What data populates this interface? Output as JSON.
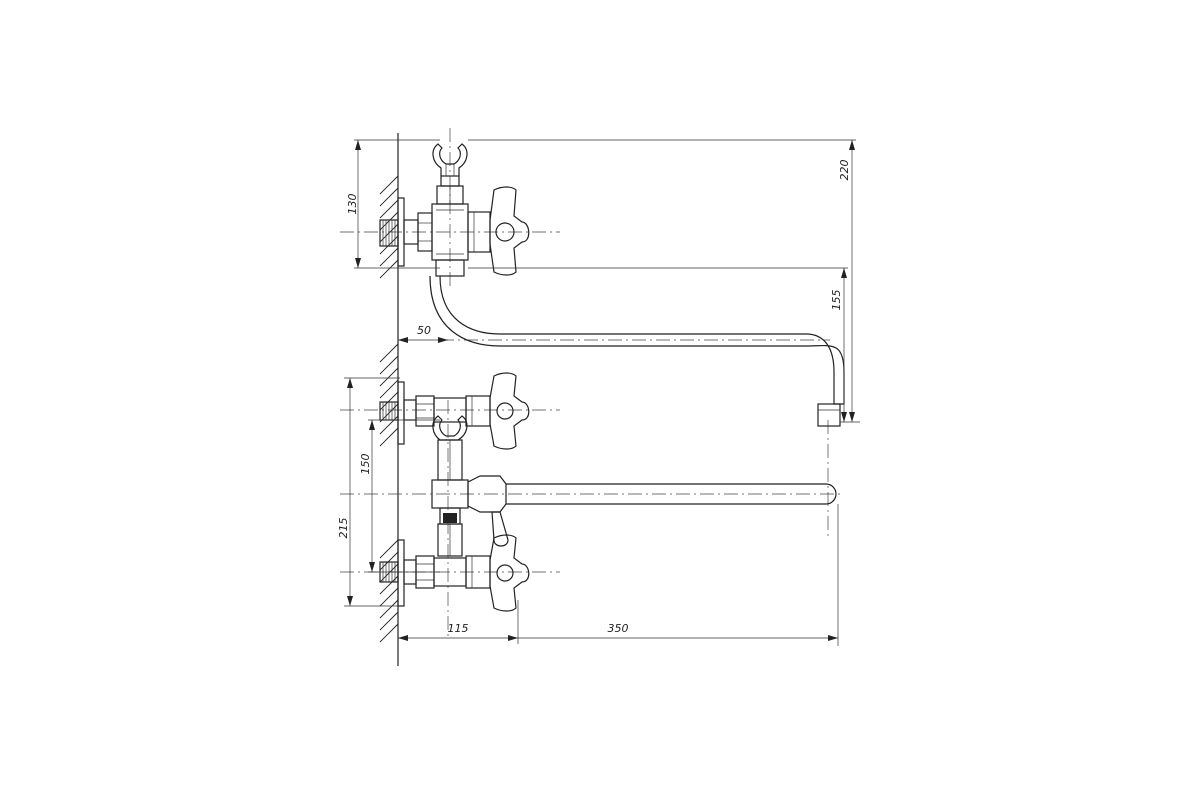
{
  "dimensions": {
    "d130": "130",
    "d220": "220",
    "d155": "155",
    "d50": "50",
    "d150": "150",
    "d215": "215",
    "d115": "115",
    "d350": "350"
  }
}
